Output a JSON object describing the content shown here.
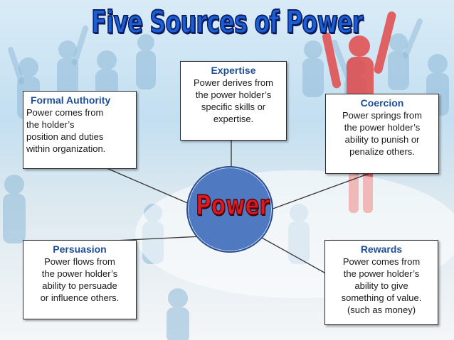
{
  "slide": {
    "title": "Five Sources of Power",
    "hub_label": "Power"
  },
  "sources": {
    "formal_authority": {
      "heading": "Formal Authority",
      "text": "Power comes from\n    the holder’s\nposition and duties\nwithin organization."
    },
    "expertise": {
      "heading": "Expertise",
      "text": "Power derives from\nthe power holder’s\nspecific skills or\nexpertise."
    },
    "coercion": {
      "heading": "Coercion",
      "text": "Power springs from\nthe power holder’s\nability to punish or\npenalize others."
    },
    "persuasion": {
      "heading": "Persuasion",
      "text": "Power flows from\nthe power holder’s\nability to persuade\nor influence others."
    },
    "rewards": {
      "heading": "Rewards",
      "text": "Power comes from\nthe power holder’s\nability to give\nsomething of value.\n(such as money)"
    }
  },
  "colors": {
    "title": "#1a5fd6",
    "hub_fill": "#4f79c1",
    "hub_label": "#d81b24",
    "heading": "#1f4e99"
  }
}
